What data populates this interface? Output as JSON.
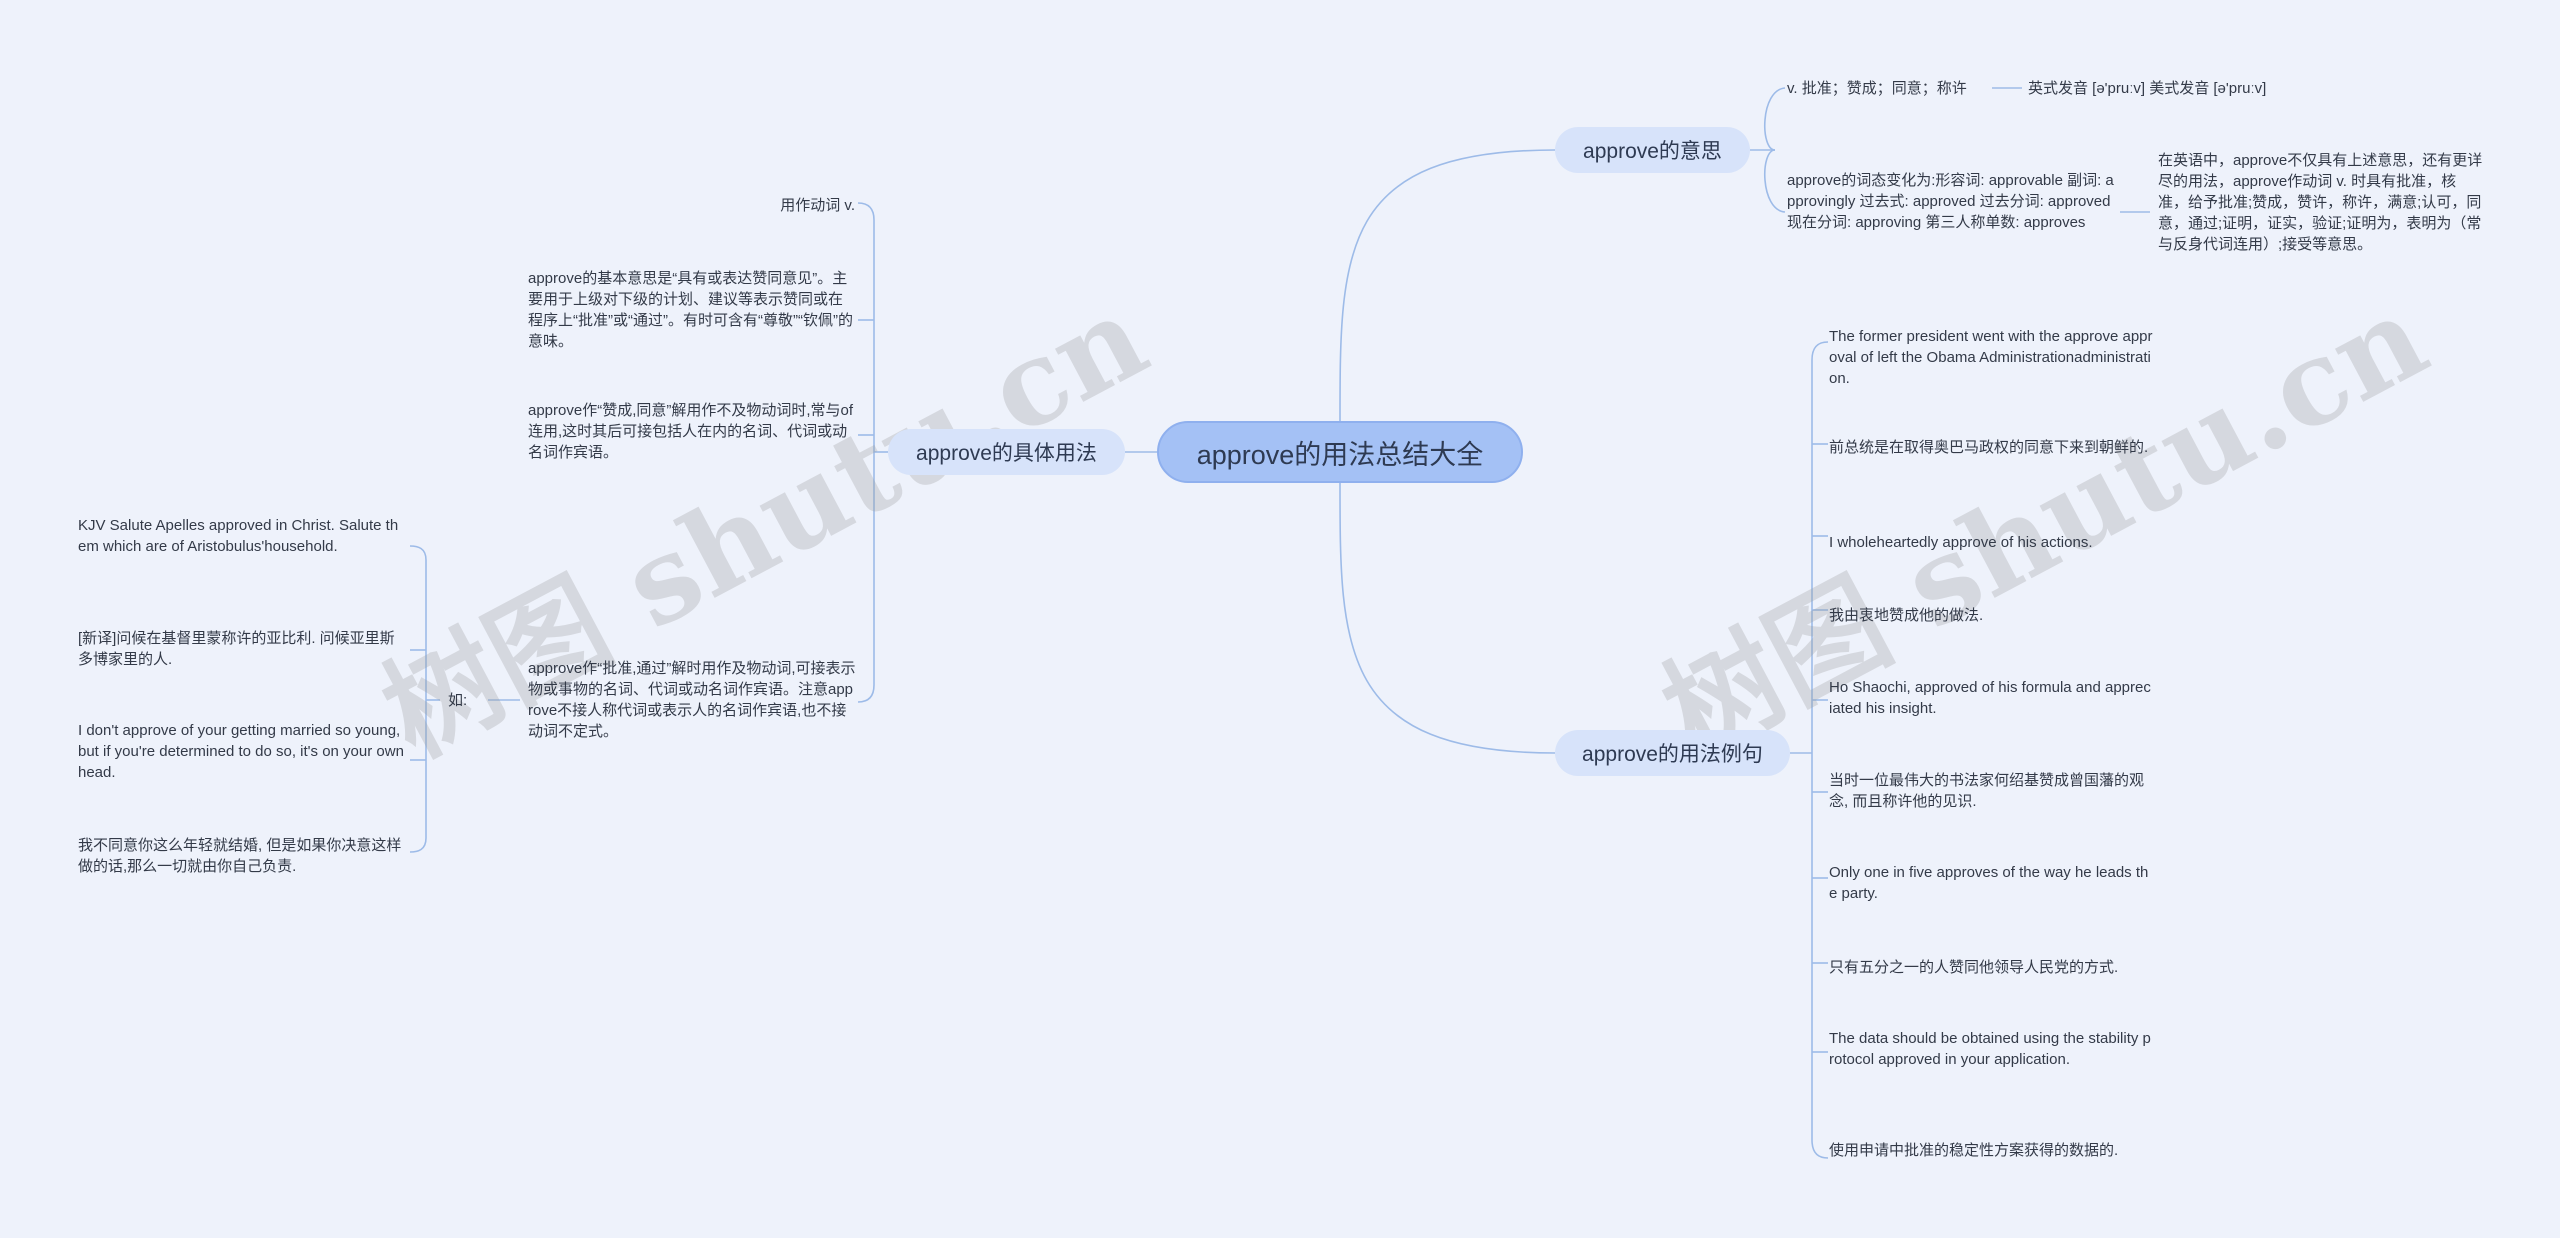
{
  "root": {
    "title": "approve的用法总结大全"
  },
  "branches": {
    "meaning": {
      "label": "approve的意思"
    },
    "usage": {
      "label": "approve的具体用法"
    },
    "examples": {
      "label": "approve的用法例句"
    }
  },
  "meaning": {
    "definition": "v. 批准；赞成；同意；称许",
    "pronunciation": "英式发音 [ə'pruːv] 美式发音 [ə'pruːv]",
    "forms": "approve的词态变化为:形容词: approvable 副词: approvingly 过去式: approved 过去分词: approved 现在分词: approving 第三人称单数: approves",
    "extra": "在英语中，approve不仅具有上述意思，还有更详尽的用法，approve作动词 v. 时具有批准，核准，给予批准;赞成，赞许，称许，满意;认可，同意，通过;证明，证实，验证;证明为，表明为（常与反身代词连用）;接受等意思。"
  },
  "usage": {
    "verb": "用作动词 v.",
    "basic": "approve的基本意思是“具有或表达赞同意见”。主要用于上级对下级的计划、建议等表示赞同或在程序上“批准”或“通过”。有时可含有“尊敬”“钦佩”的意味。",
    "agree": "approve作“赞成,同意”解用作不及物动词时,常与of连用,这时其后可接包括人在内的名词、代词或动名词作宾语。",
    "ratify": "approve作“批准,通过”解时用作及物动词,可接表示物或事物的名词、代词或动名词作宾语。注意approve不接人称代词或表示人的名词作宾语,也不接动词不定式。",
    "ru": "如:",
    "sub": [
      "KJV Salute Apelles approved in Christ. Salute them which are of Aristobulus'household.",
      "[新译]问候在基督里蒙称许的亚比利. 问候亚里斯多博家里的人.",
      "I don't approve of your getting married so young, but if you're determined to do so, it's on your own head.",
      "我不同意你这么年轻就结婚, 但是如果你决意这样做的话,那么一切就由你自己负责."
    ]
  },
  "examples": [
    "The former president went with the approve approval of left the Obama Administrationadministration.",
    "前总统是在取得奥巴马政权的同意下来到朝鲜的.",
    "I wholeheartedly approve of his actions.",
    "我由衷地赞成他的做法.",
    "Ho Shaochi, approved of his formula and appreciated his insight.",
    "当时一位最伟大的书法家何绍基赞成曾国藩的观念, 而且称许他的见识.",
    "Only one in five approves of the way he leads the party.",
    "只有五分之一的人赞同他领导人民党的方式.",
    "The data should be obtained using the stability protocol approved in your application.",
    "使用申请中批准的稳定性方案获得的数据的."
  ],
  "watermarks": [
    "树图 shutu.cn",
    "树图 shutu.cn"
  ],
  "colors": {
    "background": "#eef2fb",
    "root_fill": "#a4c1f5",
    "branch_fill": "#d7e3fa",
    "line": "#9dbbe8"
  }
}
